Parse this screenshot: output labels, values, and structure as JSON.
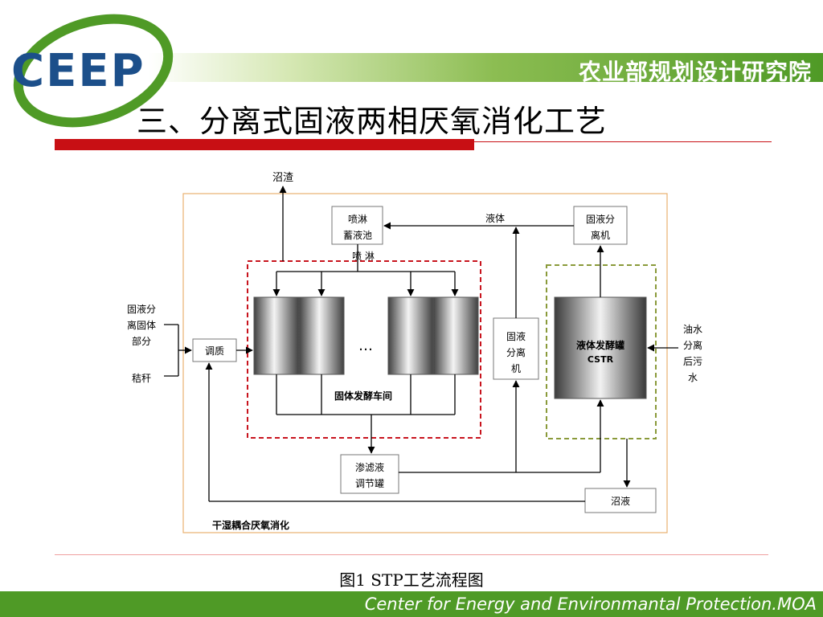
{
  "header": {
    "logo": "CEEP",
    "org_name": "农业部规划设计研究院"
  },
  "slide": {
    "title": "三、分离式固液两相厌氧消化工艺",
    "caption": "图1 STP工艺流程图"
  },
  "footer": {
    "text": "Center for Energy and Environmantal Protection.MOA"
  },
  "diagram": {
    "digestate_residue": "沼渣",
    "spray_tank": [
      "喷淋",
      "蓄液池"
    ],
    "spray": "喷 淋",
    "liquid": "液体",
    "separator_top": [
      "固液分",
      "离机"
    ],
    "solid_input": [
      "固液分",
      "离固体",
      "部分"
    ],
    "straw": "秸秆",
    "conditioning": "调质",
    "ellipsis": "…",
    "solid_workshop": "固体发酵车间",
    "separator_mid": [
      "固液",
      "分离",
      "机"
    ],
    "cstr_label": "液体发酵罐",
    "cstr_sub": "CSTR",
    "oil_water": [
      "油水",
      "分离",
      "后污",
      "水"
    ],
    "leachate_tank": [
      "渗滤液",
      "调节罐"
    ],
    "digestate_liquid": "沼液",
    "coupling_label": "干湿耦合厌氧消化"
  },
  "colors": {
    "brand_green": "#4f9a26",
    "brand_red": "#c80f14",
    "frame_orange": "#e8b070",
    "dashed_red": "#c8141e",
    "dashed_green": "#8a9a3a"
  }
}
